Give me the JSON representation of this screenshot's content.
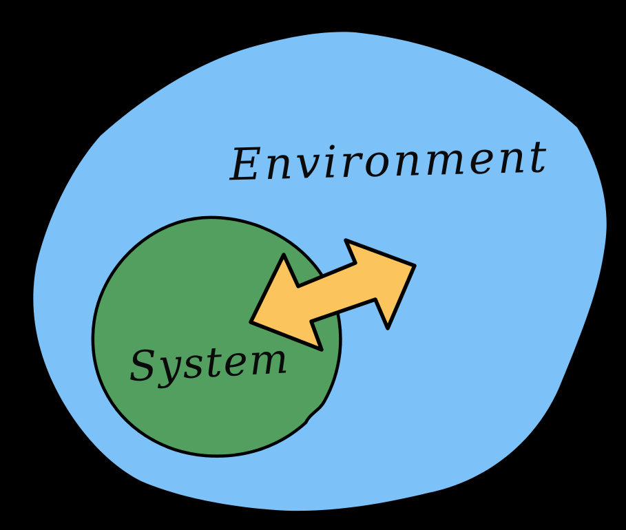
{
  "diagram": {
    "environment_label": "Environment",
    "system_label": "System",
    "arrow_meaning": "double-headed-arrow"
  },
  "colors": {
    "background": "#000000",
    "environment": "#7cc1f8",
    "system": "#529f60",
    "arrow": "#fbc45c",
    "outline": "#000000"
  }
}
